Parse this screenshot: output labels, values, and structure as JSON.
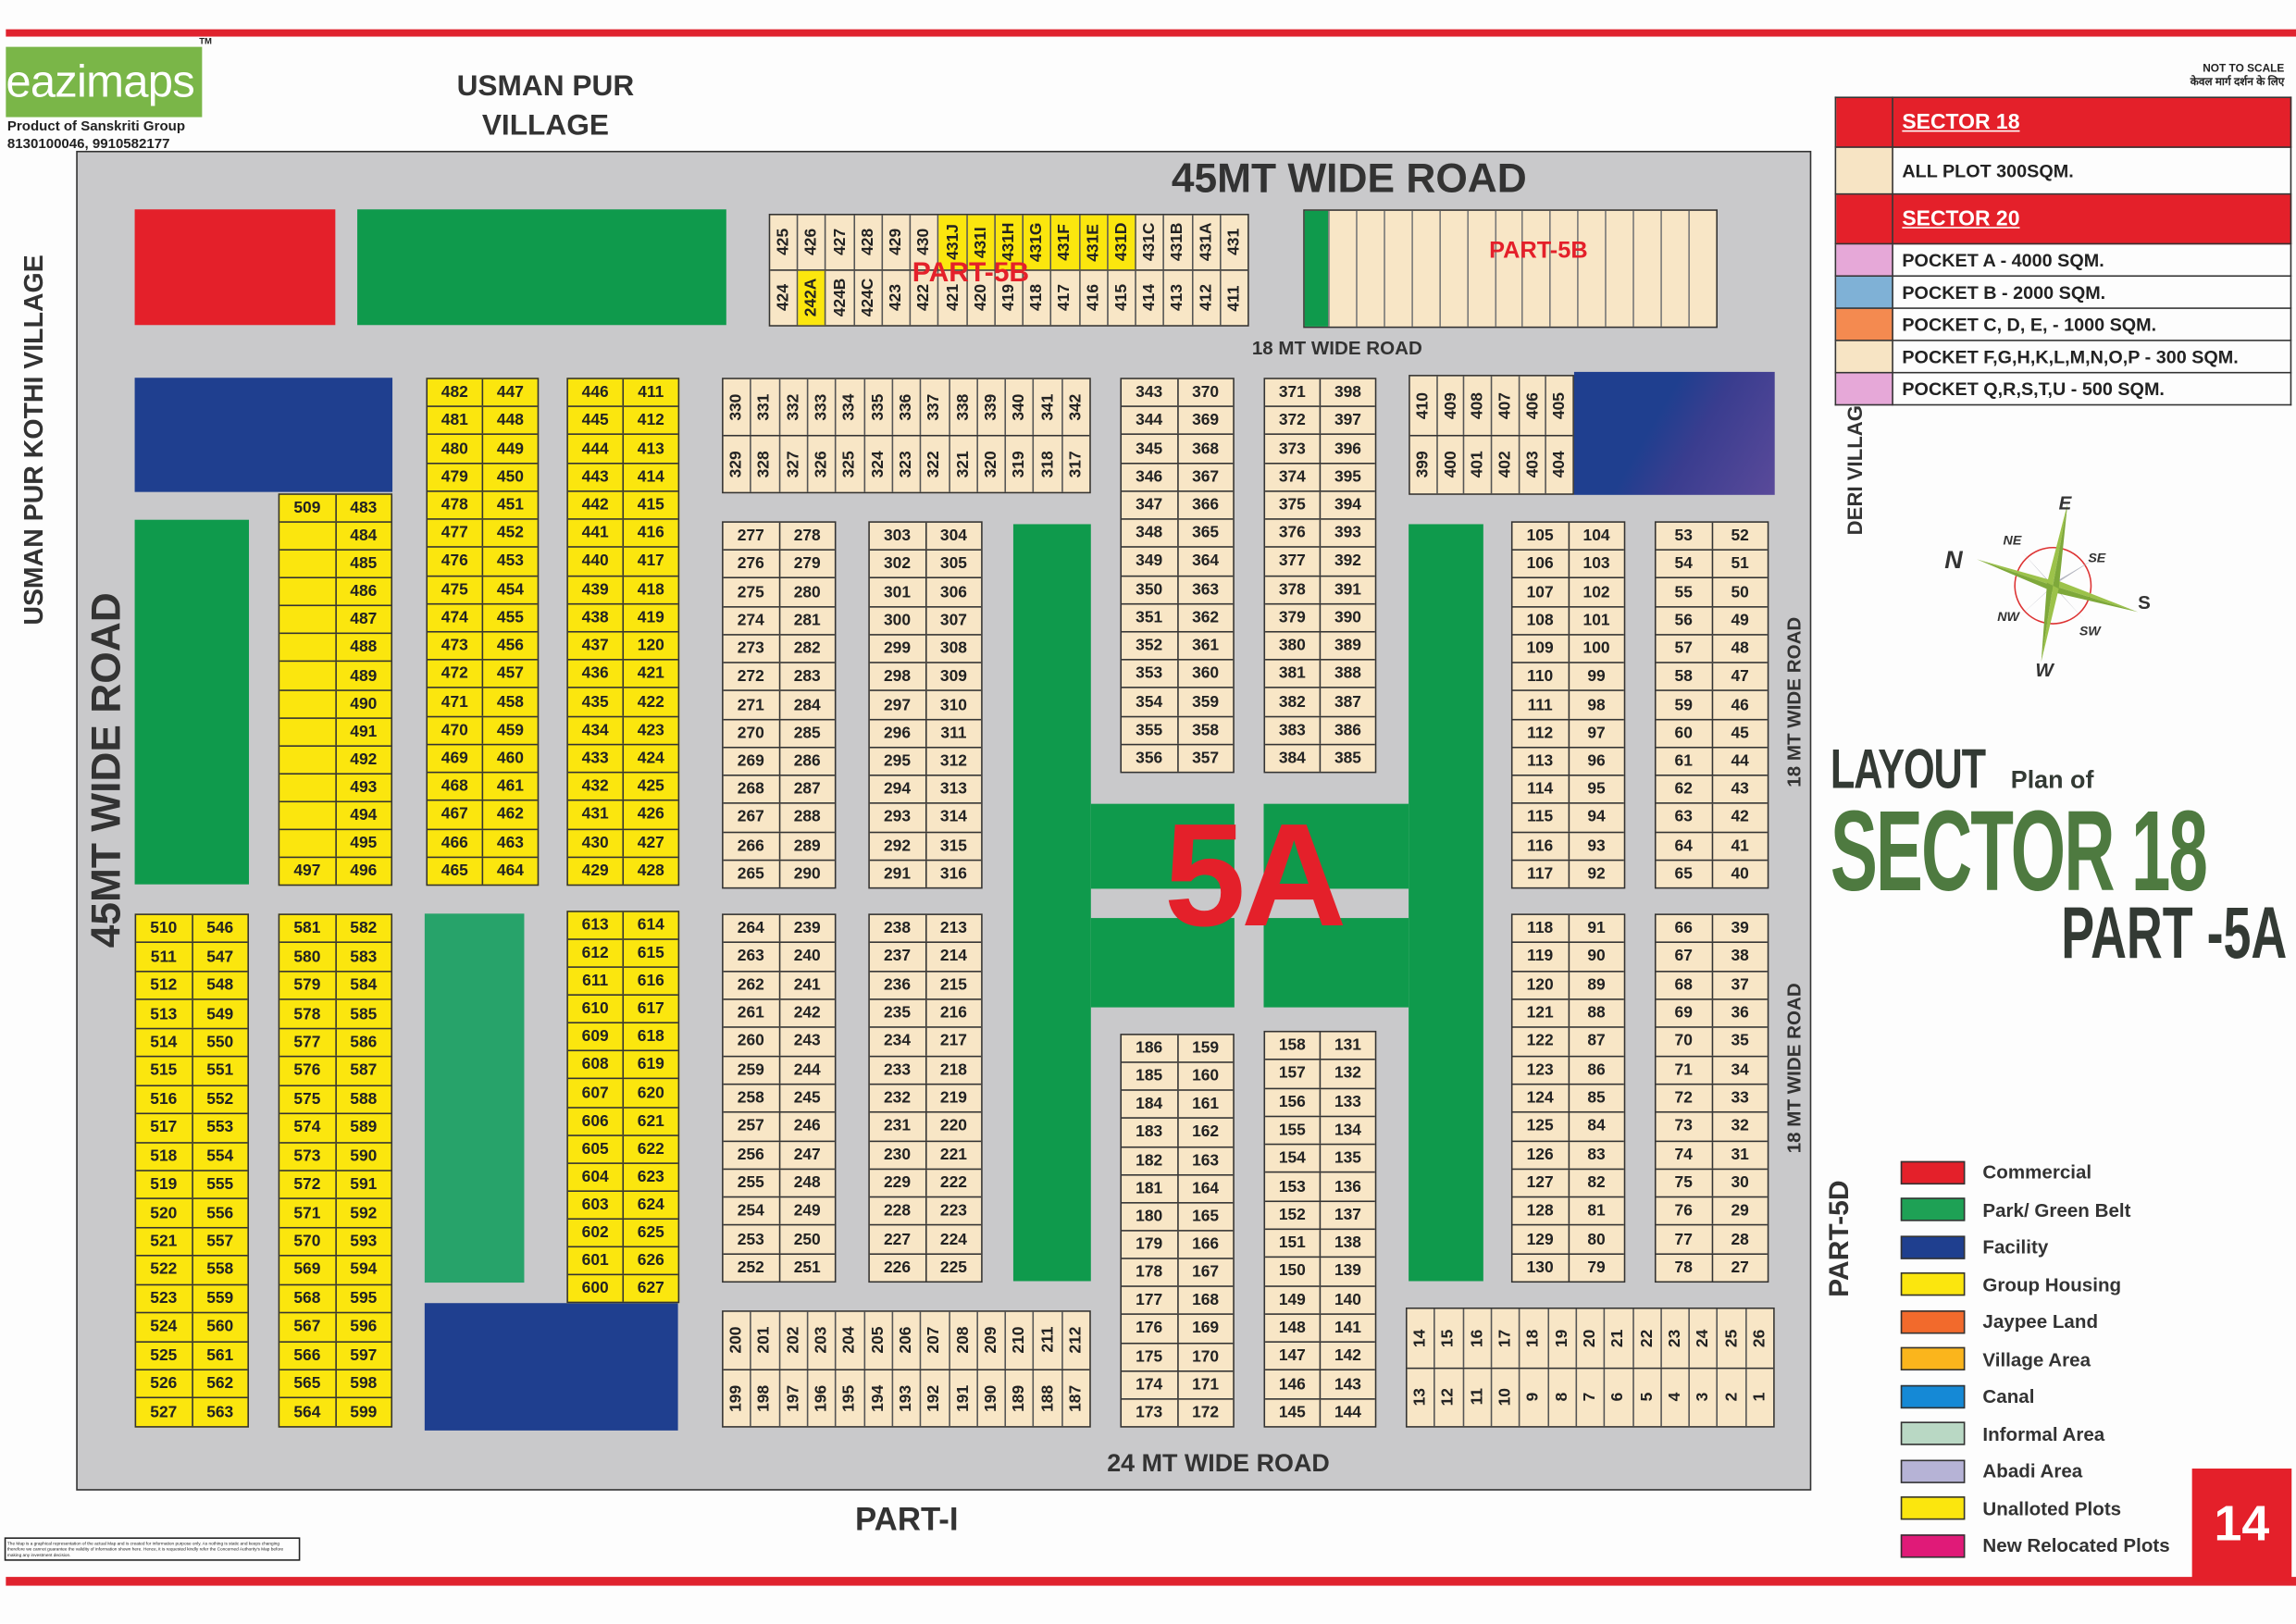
{
  "brand": {
    "logo": "eazimaps",
    "tm": "TM",
    "sub": "Product of Sanskriti Group",
    "phones": "8130100046, 9910582177"
  },
  "labels": {
    "north_village": "USMAN PUR VILLAGE",
    "west_village": "USMAN PUR KOTHI VILLAGE",
    "east_village": "DERI VILLAGE",
    "road_top": "45MT WIDE ROAD",
    "road_left": "45MT WIDE ROAD",
    "road_18_top": "18 MT WIDE ROAD",
    "road_18_right_a": "18 MT WIDE ROAD",
    "road_18_right_b": "18 MT WIDE ROAD",
    "road_bottom": "24 MT WIDE ROAD",
    "part_5b_a": "PART-5B",
    "part_5b_b": "PART-5B",
    "part_5d": "PART-5D",
    "part_i": "PART-I",
    "center_mark": "5A",
    "not_to_scale": "NOT TO SCALE",
    "guidance_hindi": "केवल मार्ग दर्शन के लिए",
    "disclaimer": "The Map is a graphical representation of the actual Map and is created for information purpose only. As nothing is static and keeps changing therefore we cannot guarantee the validity of information shown here. Hence, it is requested kindly refer the Concerned Authority's Map before making any investment decision."
  },
  "title": {
    "line1": "LAYOUT",
    "line1b": "Plan of",
    "line2": "SECTOR 18",
    "line3": "PART -5A"
  },
  "compass": {
    "n": "N",
    "e": "E",
    "s": "S",
    "w": "W",
    "ne": "NE",
    "se": "SE",
    "sw": "SW",
    "nw": "NW"
  },
  "sector_table": {
    "sector18": {
      "heading": "SECTOR 18",
      "rows": [
        {
          "label": "ALL PLOT  300SQM.",
          "color": "#f7e4c4"
        }
      ]
    },
    "sector20": {
      "heading": "SECTOR 20",
      "rows": [
        {
          "label": "POCKET A   -  4000 SQM.",
          "color": "#e6a8d8"
        },
        {
          "label": "POCKET B   -  2000 SQM.",
          "color": "#7fb1d6"
        },
        {
          "label": "POCKET C, D, E, - 1000 SQM.",
          "color": "#f48a50"
        },
        {
          "label": "POCKET   F,G,H,K,L,M,N,O,P  -  300 SQM.",
          "color": "#f7e4c4"
        },
        {
          "label": "POCKET Q,R,S,T,U  -  500 SQM.",
          "color": "#e6a8d8"
        }
      ]
    }
  },
  "legend": [
    {
      "label": "Commercial",
      "color": "#e4202a"
    },
    {
      "label": "Park/ Green Belt",
      "color": "#1ea155"
    },
    {
      "label": "Facility",
      "color": "#1f3f8f"
    },
    {
      "label": "Group Housing",
      "color": "#fbe60e"
    },
    {
      "label": "Jaypee Land",
      "color": "#f26a2c"
    },
    {
      "label": "Village Area",
      "color": "#fbb51c"
    },
    {
      "label": "Canal",
      "color": "#1589d6"
    },
    {
      "label": "Informal Area",
      "color": "#b9d8c4"
    },
    {
      "label": "Abadi Area",
      "color": "#b6b3d6"
    },
    {
      "label": "Unalloted Plots",
      "color": "#fbe60e"
    },
    {
      "label": "New Relocated Plots",
      "color": "#e01a78"
    }
  ],
  "page_number": "14",
  "plots": {
    "col_a": {
      "rows": [
        [
          "509",
          "483"
        ],
        [
          "",
          "484"
        ],
        [
          "",
          "485"
        ],
        [
          "",
          "486"
        ],
        [
          "",
          "487"
        ],
        [
          "",
          "488"
        ],
        [
          "",
          "489"
        ],
        [
          "",
          "490"
        ],
        [
          "",
          "491"
        ],
        [
          "",
          "492"
        ],
        [
          "",
          "493"
        ],
        [
          "",
          "494"
        ],
        [
          "",
          "495"
        ],
        [
          "497",
          "496"
        ]
      ]
    },
    "col_b": {
      "rows": [
        [
          "482",
          "447"
        ],
        [
          "481",
          "448"
        ],
        [
          "480",
          "449"
        ],
        [
          "479",
          "450"
        ],
        [
          "478",
          "451"
        ],
        [
          "477",
          "452"
        ],
        [
          "476",
          "453"
        ],
        [
          "475",
          "454"
        ],
        [
          "474",
          "455"
        ],
        [
          "473",
          "456"
        ],
        [
          "472",
          "457"
        ],
        [
          "471",
          "458"
        ],
        [
          "470",
          "459"
        ],
        [
          "469",
          "460"
        ],
        [
          "468",
          "461"
        ],
        [
          "467",
          "462"
        ],
        [
          "466",
          "463"
        ],
        [
          "465",
          "464"
        ]
      ]
    },
    "col_c": {
      "rows": [
        [
          "446",
          "411"
        ],
        [
          "445",
          "412"
        ],
        [
          "444",
          "413"
        ],
        [
          "443",
          "414"
        ],
        [
          "442",
          "415"
        ],
        [
          "441",
          "416"
        ],
        [
          "440",
          "417"
        ],
        [
          "439",
          "418"
        ],
        [
          "438",
          "419"
        ],
        [
          "437",
          "120"
        ],
        [
          "436",
          "421"
        ],
        [
          "435",
          "422"
        ],
        [
          "434",
          "423"
        ],
        [
          "433",
          "424"
        ],
        [
          "432",
          "425"
        ],
        [
          "431",
          "426"
        ],
        [
          "430",
          "427"
        ],
        [
          "429",
          "428"
        ]
      ]
    },
    "col_d": {
      "rows": [
        [
          "510",
          "546"
        ],
        [
          "511",
          "547"
        ],
        [
          "512",
          "548"
        ],
        [
          "513",
          "549"
        ],
        [
          "514",
          "550"
        ],
        [
          "515",
          "551"
        ],
        [
          "516",
          "552"
        ],
        [
          "517",
          "553"
        ],
        [
          "518",
          "554"
        ],
        [
          "519",
          "555"
        ],
        [
          "520",
          "556"
        ],
        [
          "521",
          "557"
        ],
        [
          "522",
          "558"
        ],
        [
          "523",
          "559"
        ],
        [
          "524",
          "560"
        ],
        [
          "525",
          "561"
        ],
        [
          "526",
          "562"
        ],
        [
          "527",
          "563"
        ]
      ]
    },
    "col_e": {
      "rows": [
        [
          "581",
          "582"
        ],
        [
          "580",
          "583"
        ],
        [
          "579",
          "584"
        ],
        [
          "578",
          "585"
        ],
        [
          "577",
          "586"
        ],
        [
          "576",
          "587"
        ],
        [
          "575",
          "588"
        ],
        [
          "574",
          "589"
        ],
        [
          "573",
          "590"
        ],
        [
          "572",
          "591"
        ],
        [
          "571",
          "592"
        ],
        [
          "570",
          "593"
        ],
        [
          "569",
          "594"
        ],
        [
          "568",
          "595"
        ],
        [
          "567",
          "596"
        ],
        [
          "566",
          "597"
        ],
        [
          "565",
          "598"
        ],
        [
          "564",
          "599"
        ]
      ]
    },
    "col_f": {
      "rows": [
        [
          "613",
          "614"
        ],
        [
          "612",
          "615"
        ],
        [
          "611",
          "616"
        ],
        [
          "610",
          "617"
        ],
        [
          "609",
          "618"
        ],
        [
          "608",
          "619"
        ],
        [
          "607",
          "620"
        ],
        [
          "606",
          "621"
        ],
        [
          "605",
          "622"
        ],
        [
          "604",
          "623"
        ],
        [
          "603",
          "624"
        ],
        [
          "602",
          "625"
        ],
        [
          "601",
          "626"
        ],
        [
          "600",
          "627"
        ]
      ]
    },
    "block_h": {
      "rows": [
        [
          "343",
          "370"
        ],
        [
          "344",
          "369"
        ],
        [
          "345",
          "368"
        ],
        [
          "346",
          "367"
        ],
        [
          "347",
          "366"
        ],
        [
          "348",
          "365"
        ],
        [
          "349",
          "364"
        ],
        [
          "350",
          "363"
        ],
        [
          "351",
          "362"
        ],
        [
          "352",
          "361"
        ],
        [
          "353",
          "360"
        ],
        [
          "354",
          "359"
        ],
        [
          "355",
          "358"
        ],
        [
          "356",
          "357"
        ]
      ]
    },
    "block_i": {
      "rows": [
        [
          "371",
          "398"
        ],
        [
          "372",
          "397"
        ],
        [
          "373",
          "396"
        ],
        [
          "374",
          "395"
        ],
        [
          "375",
          "394"
        ],
        [
          "376",
          "393"
        ],
        [
          "377",
          "392"
        ],
        [
          "378",
          "391"
        ],
        [
          "379",
          "390"
        ],
        [
          "380",
          "389"
        ],
        [
          "381",
          "388"
        ],
        [
          "382",
          "387"
        ],
        [
          "383",
          "386"
        ],
        [
          "384",
          "385"
        ]
      ]
    },
    "block_k": {
      "rows": [
        [
          "277",
          "278"
        ],
        [
          "276",
          "279"
        ],
        [
          "275",
          "280"
        ],
        [
          "274",
          "281"
        ],
        [
          "273",
          "282"
        ],
        [
          "272",
          "283"
        ],
        [
          "271",
          "284"
        ],
        [
          "270",
          "285"
        ],
        [
          "269",
          "286"
        ],
        [
          "268",
          "287"
        ],
        [
          "267",
          "288"
        ],
        [
          "266",
          "289"
        ],
        [
          "265",
          "290"
        ]
      ]
    },
    "block_l": {
      "rows": [
        [
          "303",
          "304"
        ],
        [
          "302",
          "305"
        ],
        [
          "301",
          "306"
        ],
        [
          "300",
          "307"
        ],
        [
          "299",
          "308"
        ],
        [
          "298",
          "309"
        ],
        [
          "297",
          "310"
        ],
        [
          "296",
          "311"
        ],
        [
          "295",
          "312"
        ],
        [
          "294",
          "313"
        ],
        [
          "293",
          "314"
        ],
        [
          "292",
          "315"
        ],
        [
          "291",
          "316"
        ]
      ]
    },
    "block_m": {
      "rows": [
        [
          "105",
          "104"
        ],
        [
          "106",
          "103"
        ],
        [
          "107",
          "102"
        ],
        [
          "108",
          "101"
        ],
        [
          "109",
          "100"
        ],
        [
          "110",
          "99"
        ],
        [
          "111",
          "98"
        ],
        [
          "112",
          "97"
        ],
        [
          "113",
          "96"
        ],
        [
          "114",
          "95"
        ],
        [
          "115",
          "94"
        ],
        [
          "116",
          "93"
        ],
        [
          "117",
          "92"
        ]
      ]
    },
    "block_n": {
      "rows": [
        [
          "53",
          "52"
        ],
        [
          "54",
          "51"
        ],
        [
          "55",
          "50"
        ],
        [
          "56",
          "49"
        ],
        [
          "57",
          "48"
        ],
        [
          "58",
          "47"
        ],
        [
          "59",
          "46"
        ],
        [
          "60",
          "45"
        ],
        [
          "61",
          "44"
        ],
        [
          "62",
          "43"
        ],
        [
          "63",
          "42"
        ],
        [
          "64",
          "41"
        ],
        [
          "65",
          "40"
        ]
      ]
    },
    "block_o": {
      "rows": [
        [
          "264",
          "239"
        ],
        [
          "263",
          "240"
        ],
        [
          "262",
          "241"
        ],
        [
          "261",
          "242"
        ],
        [
          "260",
          "243"
        ],
        [
          "259",
          "244"
        ],
        [
          "258",
          "245"
        ],
        [
          "257",
          "246"
        ],
        [
          "256",
          "247"
        ],
        [
          "255",
          "248"
        ],
        [
          "254",
          "249"
        ],
        [
          "253",
          "250"
        ],
        [
          "252",
          "251"
        ]
      ]
    },
    "block_p": {
      "rows": [
        [
          "238",
          "213"
        ],
        [
          "237",
          "214"
        ],
        [
          "236",
          "215"
        ],
        [
          "235",
          "216"
        ],
        [
          "234",
          "217"
        ],
        [
          "233",
          "218"
        ],
        [
          "232",
          "219"
        ],
        [
          "231",
          "220"
        ],
        [
          "230",
          "221"
        ],
        [
          "229",
          "222"
        ],
        [
          "228",
          "223"
        ],
        [
          "227",
          "224"
        ],
        [
          "226",
          "225"
        ]
      ]
    },
    "block_q": {
      "rows": [
        [
          "186",
          "159"
        ],
        [
          "185",
          "160"
        ],
        [
          "184",
          "161"
        ],
        [
          "183",
          "162"
        ],
        [
          "182",
          "163"
        ],
        [
          "181",
          "164"
        ],
        [
          "180",
          "165"
        ],
        [
          "179",
          "166"
        ],
        [
          "178",
          "167"
        ],
        [
          "177",
          "168"
        ],
        [
          "176",
          "169"
        ],
        [
          "175",
          "170"
        ],
        [
          "174",
          "171"
        ],
        [
          "173",
          "172"
        ]
      ]
    },
    "block_r": {
      "rows": [
        [
          "158",
          "131"
        ],
        [
          "157",
          "132"
        ],
        [
          "156",
          "133"
        ],
        [
          "155",
          "134"
        ],
        [
          "154",
          "135"
        ],
        [
          "153",
          "136"
        ],
        [
          "152",
          "137"
        ],
        [
          "151",
          "138"
        ],
        [
          "150",
          "139"
        ],
        [
          "149",
          "140"
        ],
        [
          "148",
          "141"
        ],
        [
          "147",
          "142"
        ],
        [
          "146",
          "143"
        ],
        [
          "145",
          "144"
        ]
      ]
    },
    "block_s": {
      "rows": [
        [
          "118",
          "91"
        ],
        [
          "119",
          "90"
        ],
        [
          "120",
          "89"
        ],
        [
          "121",
          "88"
        ],
        [
          "122",
          "87"
        ],
        [
          "123",
          "86"
        ],
        [
          "124",
          "85"
        ],
        [
          "125",
          "84"
        ],
        [
          "126",
          "83"
        ],
        [
          "127",
          "82"
        ],
        [
          "128",
          "81"
        ],
        [
          "129",
          "80"
        ],
        [
          "130",
          "79"
        ]
      ]
    },
    "block_t": {
      "rows": [
        [
          "66",
          "39"
        ],
        [
          "67",
          "38"
        ],
        [
          "68",
          "37"
        ],
        [
          "69",
          "36"
        ],
        [
          "70",
          "35"
        ],
        [
          "71",
          "34"
        ],
        [
          "72",
          "33"
        ],
        [
          "73",
          "32"
        ],
        [
          "74",
          "31"
        ],
        [
          "75",
          "30"
        ],
        [
          "76",
          "29"
        ],
        [
          "77",
          "28"
        ],
        [
          "78",
          "27"
        ]
      ]
    },
    "strip_5b": {
      "top": [
        "425",
        "426",
        "427",
        "428",
        "429",
        "430",
        "431J",
        "431I",
        "431H",
        "431G",
        "431F",
        "431E",
        "431D",
        "431C",
        "431B",
        "431A",
        "431"
      ],
      "bottom": [
        "424",
        "242A",
        "424B",
        "424C",
        "423",
        "422",
        "421",
        "420",
        "419",
        "418",
        "417",
        "416",
        "415",
        "414",
        "413",
        "412",
        "411"
      ]
    },
    "strip_g": {
      "top": [
        "330",
        "331",
        "332",
        "333",
        "334",
        "335",
        "336",
        "337",
        "338",
        "339",
        "340",
        "341",
        "342"
      ],
      "bottom": [
        "329",
        "328",
        "327",
        "326",
        "325",
        "324",
        "323",
        "322",
        "321",
        "320",
        "319",
        "318",
        "317"
      ]
    },
    "strip_j": {
      "top": [
        "410",
        "409",
        "408",
        "407",
        "406",
        "405"
      ],
      "bottom": [
        "399",
        "400",
        "401",
        "402",
        "403",
        "404"
      ]
    },
    "strip_u": {
      "top": [
        "200",
        "201",
        "202",
        "203",
        "204",
        "205",
        "206",
        "207",
        "208",
        "209",
        "210",
        "211",
        "212"
      ],
      "bottom": [
        "199",
        "198",
        "197",
        "196",
        "195",
        "194",
        "193",
        "192",
        "191",
        "190",
        "189",
        "188",
        "187"
      ]
    },
    "strip_v": {
      "top": [
        "14",
        "15",
        "16",
        "17",
        "18",
        "19",
        "20",
        "21",
        "22",
        "23",
        "24",
        "25",
        "26"
      ],
      "bottom": [
        "13",
        "12",
        "11",
        "10",
        "9",
        "8",
        "7",
        "6",
        "5",
        "4",
        "3",
        "2",
        "1"
      ]
    }
  }
}
